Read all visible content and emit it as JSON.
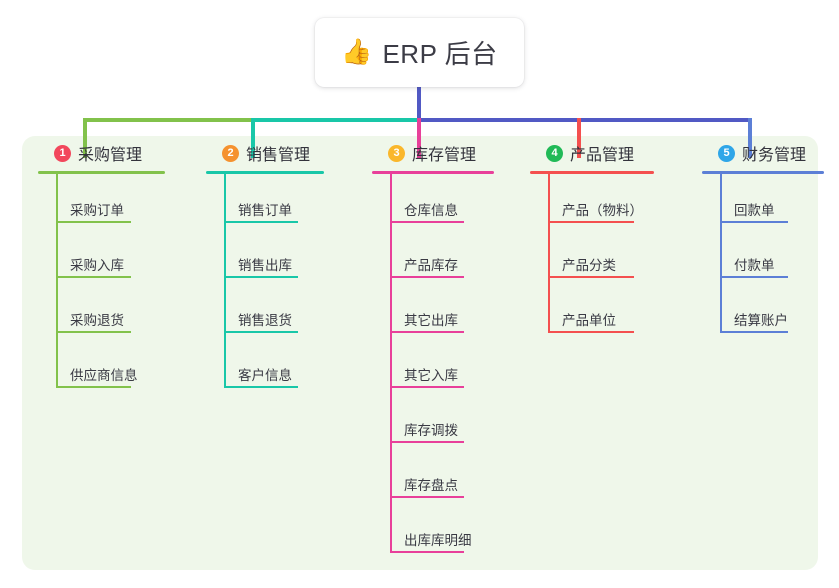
{
  "diagram": {
    "type": "mind-map",
    "root": {
      "icon": "thumbs-up-icon",
      "icon_glyph": "👍",
      "title": "ERP 后台",
      "trunk_color": "#5159c4"
    },
    "panel_background": "#eff7ea",
    "branches": [
      {
        "badge": "1",
        "badge_color": "#f2475c",
        "color": "#82c24b",
        "title": "采购管理",
        "items": [
          "采购订单",
          "采购入库",
          "采购退货",
          "供应商信息"
        ]
      },
      {
        "badge": "2",
        "badge_color": "#f5922f",
        "color": "#19c7a8",
        "title": "销售管理",
        "items": [
          "销售订单",
          "销售出库",
          "销售退货",
          "客户信息"
        ]
      },
      {
        "badge": "3",
        "badge_color": "#fab72b",
        "color": "#e8409a",
        "title": "库存管理",
        "items": [
          "仓库信息",
          "产品库存",
          "其它出库",
          "其它入库",
          "库存调拨",
          "库存盘点",
          "出库库明细"
        ]
      },
      {
        "badge": "4",
        "badge_color": "#21ba57",
        "color": "#f4504f",
        "title": "产品管理",
        "items": [
          "产品（物料）",
          "产品分类",
          "产品单位"
        ]
      },
      {
        "badge": "5",
        "badge_color": "#2fa6e8",
        "color": "#5c7fd6",
        "title": "财务管理",
        "items": [
          "回款单",
          "付款单",
          "结算账户"
        ]
      }
    ]
  }
}
